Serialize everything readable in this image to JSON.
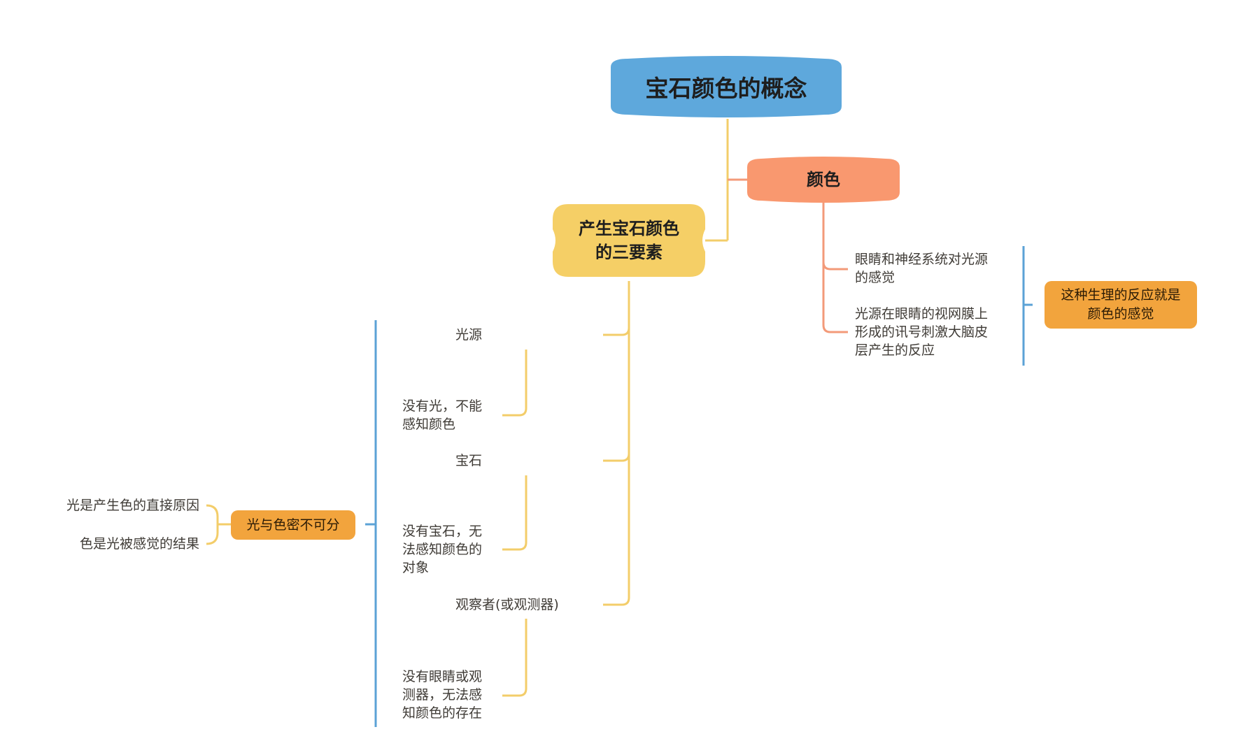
{
  "colors": {
    "root": "#5ea8dc",
    "color_node": "#f9986f",
    "factors_node": "#f5cf66",
    "pill": "#f2a43d",
    "line_yellow": "#f3cd6a",
    "line_orange": "#f39a79",
    "line_blue": "#5ba2d6"
  },
  "root": {
    "label": "宝石颜色的概念"
  },
  "color_branch": {
    "label": "颜色",
    "items": [
      "眼睛和神经系统对光源\n的感觉",
      "光源在眼睛的视网膜上\n形成的讯号刺激大脑皮\n层产生的反应"
    ],
    "summary": "这种生理的反应就是\n颜色的感觉"
  },
  "factors_branch": {
    "label": "产生宝石颜色\n的三要素",
    "items": [
      {
        "title": "光源",
        "detail": "没有光，不能\n感知颜色"
      },
      {
        "title": "宝石",
        "detail": "没有宝石，无\n法感知颜色的\n对象"
      },
      {
        "title": "观察者(或观测器)",
        "detail": "没有眼睛或观\n测器，无法感\n知颜色的存在"
      }
    ],
    "summary": "光与色密不可分",
    "summary_items": [
      "光是产生色的直接原因",
      "色是光被感觉的结果"
    ]
  }
}
